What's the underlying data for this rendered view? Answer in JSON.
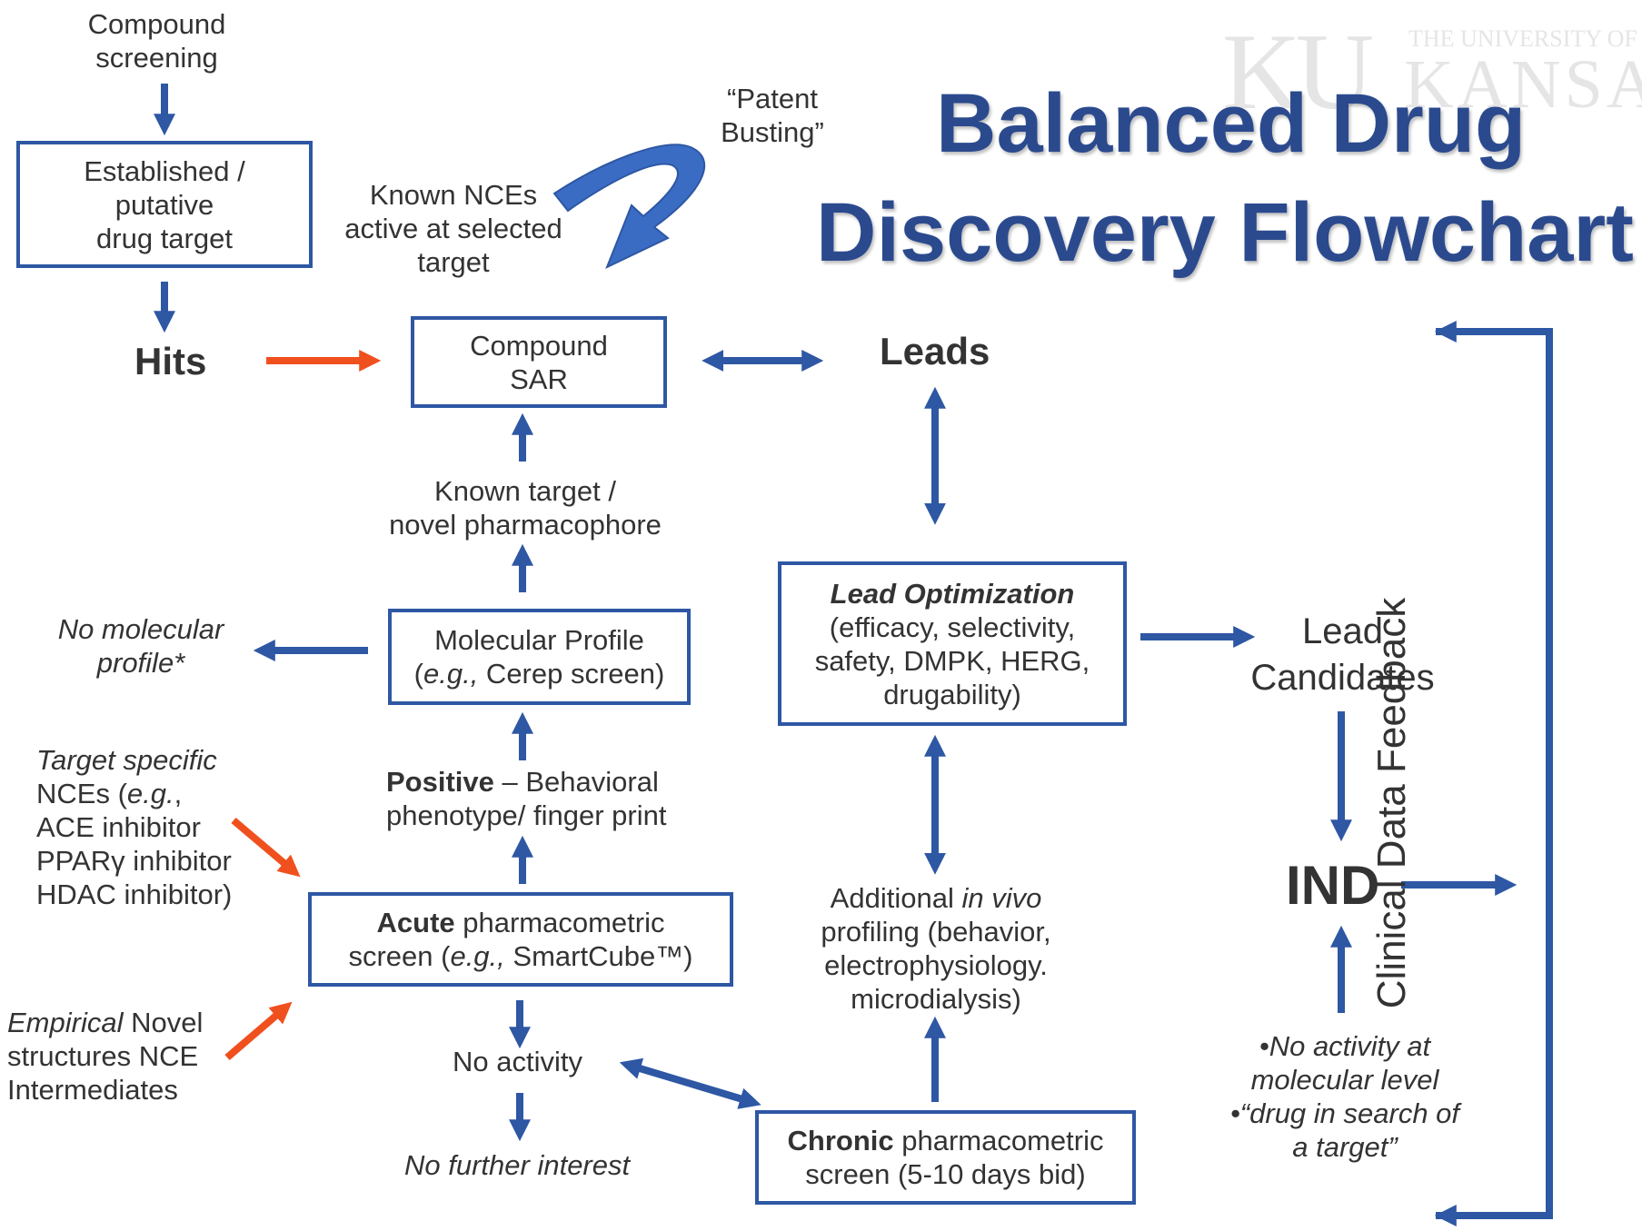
{
  "title": {
    "line1": "Balanced Drug",
    "line2": "Discovery Flowchart"
  },
  "logo": {
    "mark": "KU",
    "top": "THE UNIVERSITY OF",
    "bottom": "KANSAS"
  },
  "compound_screening": "Compound screening",
  "target_box": {
    "l1": "Established /",
    "l2": "putative",
    "l3": "drug target"
  },
  "hits": "Hits",
  "known_nces": {
    "l1": "Known NCEs",
    "l2": "active at selected",
    "l3": "target"
  },
  "patent_busting": {
    "l1": "“Patent",
    "l2": "Busting”"
  },
  "sar_box": {
    "l1": "Compound",
    "l2": "SAR"
  },
  "leads": "Leads",
  "known_target": {
    "l1": "Known target /",
    "l2": "novel pharmacophore"
  },
  "molecular_profile": {
    "l1": "Molecular Profile",
    "l2_open": "(",
    "l2_it": "e.g.,",
    "l2_rest": " Cerep screen)"
  },
  "no_molecular_profile": {
    "l1": "No molecular",
    "l2": "profile*"
  },
  "positive": {
    "bold": "Positive",
    "rest": " – Behavioral",
    "l2": "phenotype/ finger print"
  },
  "target_specific": {
    "l1": "Target specific",
    "l2_pre": "NCEs (",
    "l2_it": "e.g.",
    "l2_post": ",",
    "l3": "ACE inhibitor",
    "l4": "PPARγ inhibitor",
    "l5": "HDAC inhibitor)"
  },
  "acute_box": {
    "bold": "Acute",
    "rest": " pharmacometric",
    "l2_pre": "screen (",
    "l2_it": "e.g.,",
    "l2_post": " SmartCube™)"
  },
  "empirical": {
    "it": "Empirical",
    "rest": " Novel",
    "l2": "structures NCE",
    "l3": "Intermediates"
  },
  "no_activity": "No activity",
  "no_further": "No further interest",
  "lead_opt": {
    "title": "Lead Optimization",
    "l2": "(efficacy, selectivity,",
    "l3": "safety, DMPK, HERG,",
    "l4": "drugability)"
  },
  "lead_candidates": {
    "l1": "Lead",
    "l2": "Candidates"
  },
  "ind": "IND",
  "additional": {
    "pre": "Additional ",
    "it": "in vivo",
    "l2": "profiling (behavior,",
    "l3": "electrophysiology.",
    "l4": "microdialysis)"
  },
  "chronic_box": {
    "bold": "Chronic",
    "rest": " pharmacometric",
    "l2": "screen (5-10 days bid)"
  },
  "no_activity_mol": {
    "l1": "•No activity at",
    "l2": "molecular level",
    "l3": "•“drug in search of",
    "l4": "a target”"
  },
  "clinical_feedback": "Clinical Data Feedback",
  "colors": {
    "blue": "#2E57A4",
    "orange": "#F0501E",
    "title": "#2B4A8E"
  }
}
